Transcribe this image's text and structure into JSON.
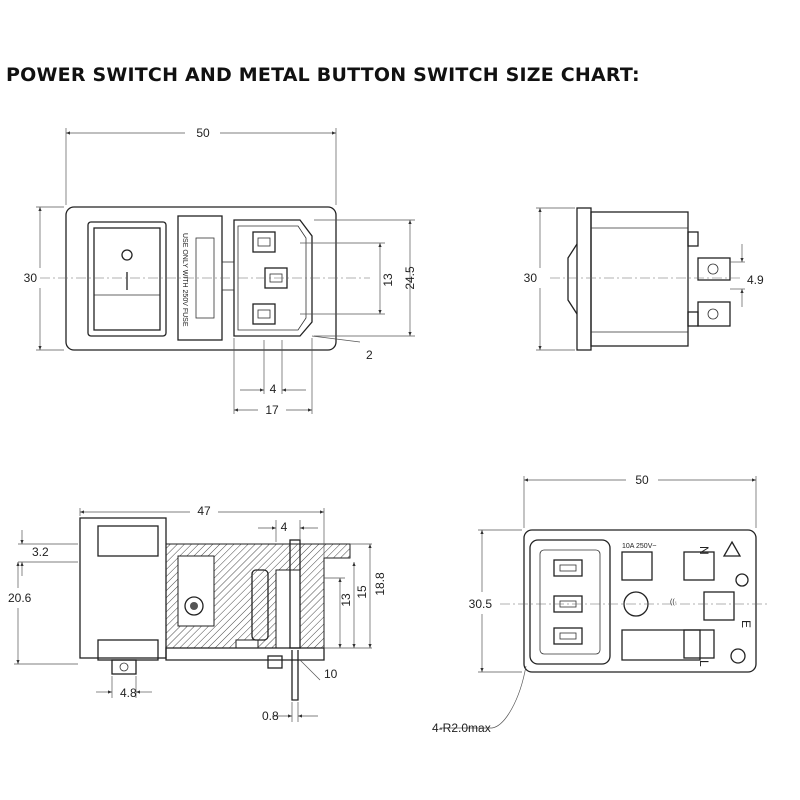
{
  "title": "POWER SWITCH AND METAL BUTTON SWITCH SIZE CHART:",
  "front_view": {
    "width": "50",
    "height": "30",
    "height_socket": "24.5",
    "pin_spacing_v": "13",
    "offset": "2",
    "pin_spacing_h": "4",
    "socket_width": "17",
    "fuse_label": "USE ONLY WITH 250V FUSE"
  },
  "side_view": {
    "height": "30",
    "terminal_width": "4.9"
  },
  "section_view": {
    "length": "47",
    "inner": "4",
    "flange": "3.2",
    "height": "20.6",
    "dim_13": "13",
    "dim_15": "15",
    "dim_18_8": "18.8",
    "dim_10": "10",
    "pin_width": "4.8",
    "thickness": "0.8"
  },
  "rear_view": {
    "width": "50",
    "height": "30.5",
    "rating": "10A 250V~",
    "label_n": "N",
    "label_e": "E",
    "label_l": "L",
    "radius_note": "4-R2.0max"
  }
}
